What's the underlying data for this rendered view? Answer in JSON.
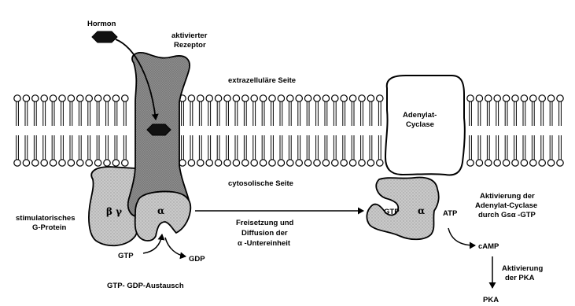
{
  "labels": {
    "hormone": "Hormon",
    "receptor_line1": "aktivierter",
    "receptor_line2": "Rezeptor",
    "extracellular": "extrazelluläre Seite",
    "cytosolic": "cytosolische Seite",
    "adenylyl_line1": "Adenylat-",
    "adenylyl_line2": "Cyclase",
    "gprotein_line1": "stimulatorisches",
    "gprotein_line2": "G-Protein",
    "beta_gamma": "β γ",
    "alpha_left": "α",
    "gtp_left": "GTP",
    "gdp_left": "GDP",
    "exchange": "GTP- GDP-Austausch",
    "release_line1": "Freisetzung und",
    "release_line2": "Diffusion der",
    "release_line3": "α -Untereinheit",
    "gtp_right": "GTP",
    "alpha_right": "α",
    "atp": "ATP",
    "activation_ac_line1": "Aktivierung der",
    "activation_ac_line2": "Adenylat-Cyclase",
    "activation_ac_line3": "durch Gsα -GTP",
    "camp": "cAMP",
    "activation_pka_line1": "Aktivierung",
    "activation_pka_line2": "der PKA",
    "pka": "PKA"
  }
}
